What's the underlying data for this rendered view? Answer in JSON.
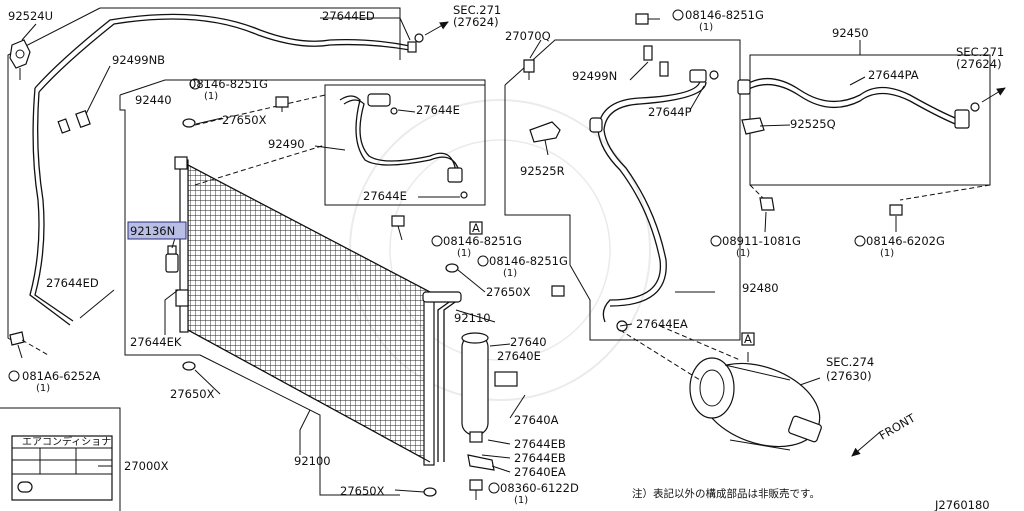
{
  "diagram_id": "J2760180",
  "note": "注）表記以外の構成部品は非販売です。",
  "label_plate_title": "エアコンディショナ",
  "sec_refs": {
    "top": {
      "sec": "SEC.271",
      "part": "(27624)"
    },
    "right": {
      "sec": "SEC.271",
      "part": "(27624)"
    },
    "compressor": {
      "sec": "SEC.274",
      "part": "(27630)"
    }
  },
  "front_label": "FRONT",
  "box_a": "A",
  "parts": {
    "p92524U": "92524U",
    "p92499NB": "92499NB",
    "p92440": "92440",
    "p27644ED_top": "27644ED",
    "p27644ED_left": "27644ED",
    "p081A6": "081A6-6252A",
    "p081A6_qty": "(1)",
    "p08146_a": "08146-8251G",
    "p08146_a_qty": "(1)",
    "p27650X_a": "27650X",
    "p27644E_a": "27644E",
    "p92490": "92490",
    "p27644E_b": "27644E",
    "p92136N": "92136N",
    "p27644EK": "27644EK",
    "p27650X_b": "27650X",
    "p08146_b": "08146-8251G",
    "p08146_b_qty": "(1)",
    "p08146_c": "08146-8251G",
    "p08146_c_qty": "(1)",
    "p27650X_c": "27650X",
    "p92110": "92110",
    "p27640": "27640",
    "p27640E": "27640E",
    "p27640A": "27640A",
    "p27644EB_a": "27644EB",
    "p27644EB_b": "27644EB",
    "p27640EA": "27640EA",
    "p08360": "08360-6122D",
    "p08360_qty": "(1)",
    "p27650X_d": "27650X",
    "p92100": "92100",
    "p27000X": "27000X",
    "p08146_d": "08146-8251G",
    "p08146_d_qty": "(1)",
    "p27070Q": "27070Q",
    "p92499N": "92499N",
    "p27644P": "27644P",
    "p92525R": "92525R",
    "p27644EA": "27644EA",
    "p92480": "92480",
    "p92450": "92450",
    "p27644PA": "27644PA",
    "p92525Q": "92525Q",
    "p08911": "08911-1081G",
    "p08911_qty": "(1)",
    "p08146_e": "08146-6202G",
    "p08146_e_qty": "(1)"
  }
}
